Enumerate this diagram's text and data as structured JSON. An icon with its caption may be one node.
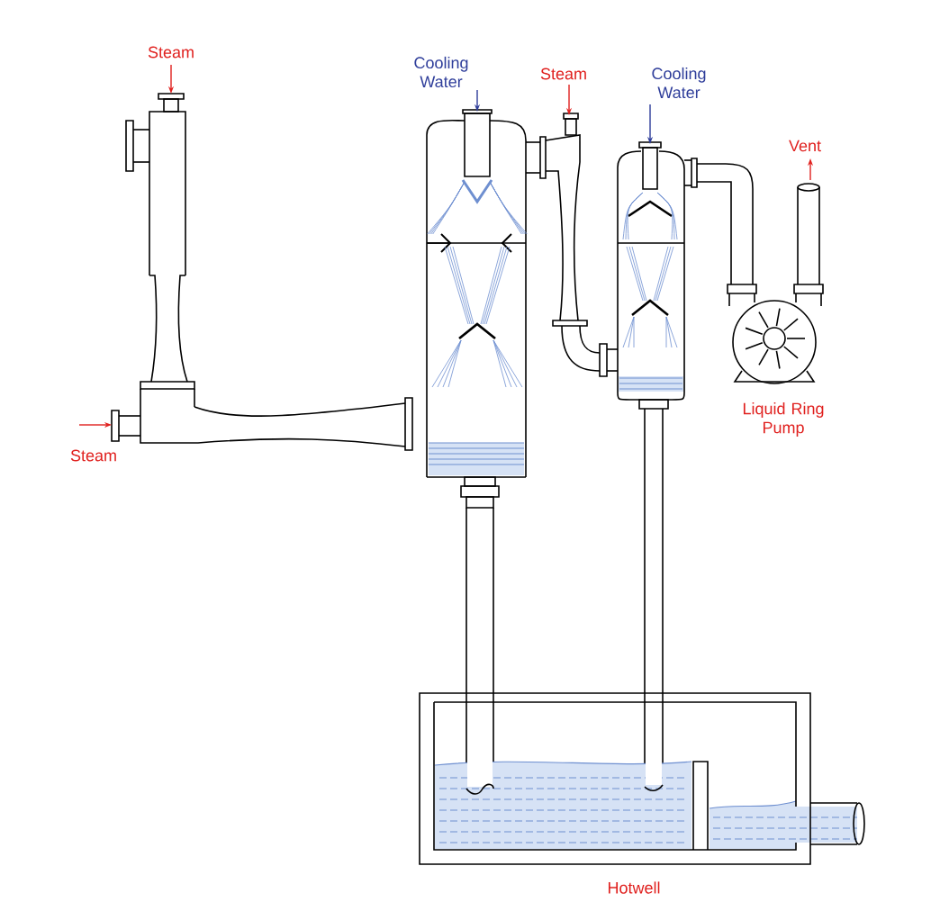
{
  "diagram": {
    "labels": [
      "Steam",
      "Cooling Water",
      "Steam",
      "Cooling Water",
      "Vent",
      "Liquid Ring Pump",
      "Steam",
      "Hotwell"
    ]
  }
}
